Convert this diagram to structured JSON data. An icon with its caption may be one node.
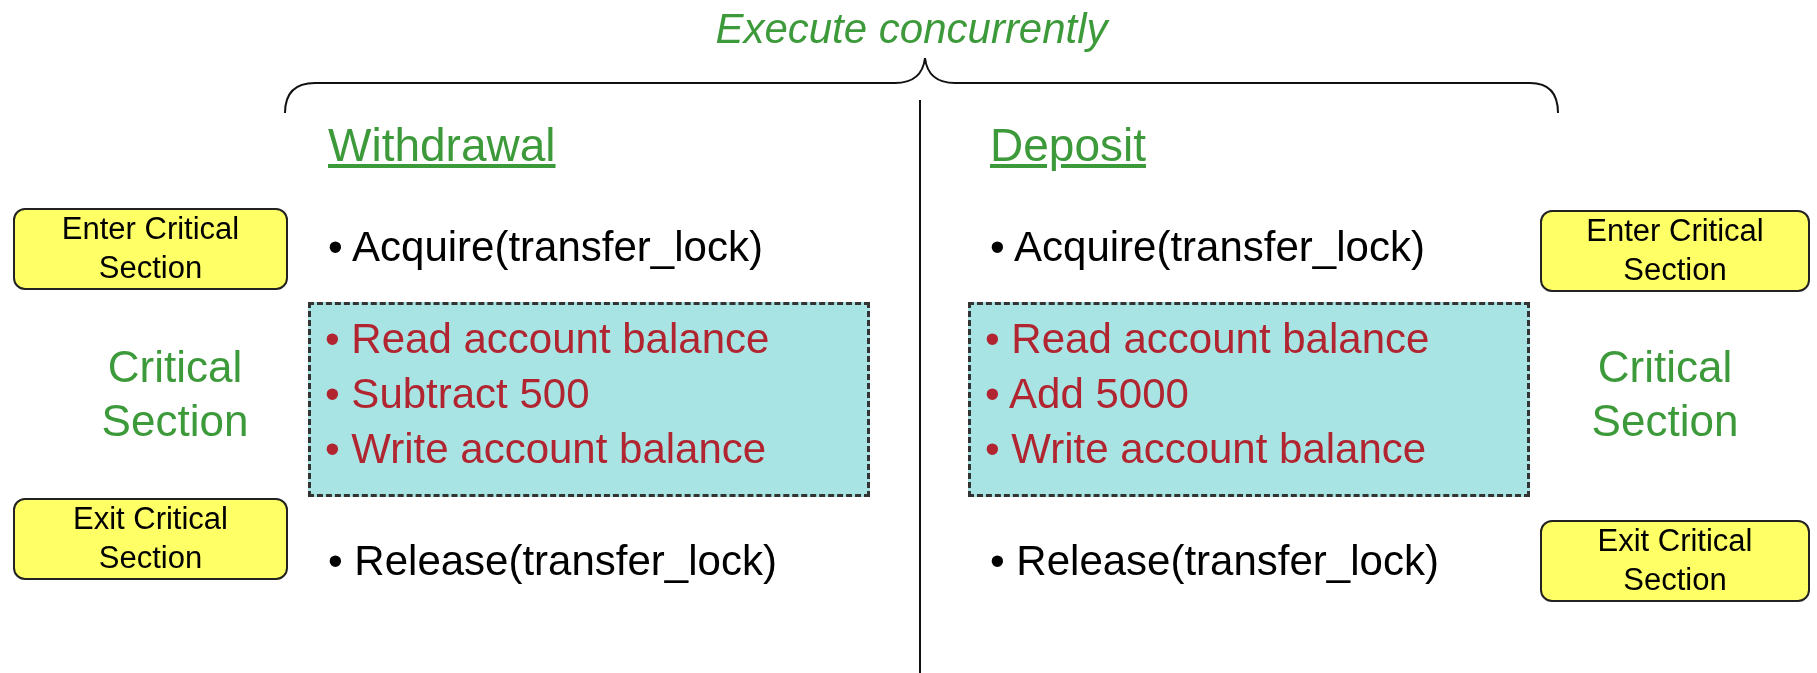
{
  "diagram": {
    "title": "Execute concurrently",
    "nodes": [
      {
        "text": [
          "Enter Critical Section"
        ]
      },
      {
        "text": [
          "Enter Critical Section"
        ]
      },
      {
        "text": [
          "• Read account balance",
          "• Subtract 500",
          "• Write account balance"
        ]
      },
      {
        "text": [
          "• Read account balance",
          "• Add 5000",
          "• Write account balance"
        ]
      },
      {
        "text": [
          "Exit Critical Section"
        ]
      },
      {
        "text": [
          "Exit Critical Section"
        ]
      }
    ],
    "labels": [
      "Withdrawal",
      "Deposit",
      "• Acquire(transfer_lock)",
      "• Acquire(transfer_lock)",
      "Critical Section",
      "Critical Section",
      "• Release(transfer_lock)",
      "• Release(transfer_lock)"
    ]
  }
}
